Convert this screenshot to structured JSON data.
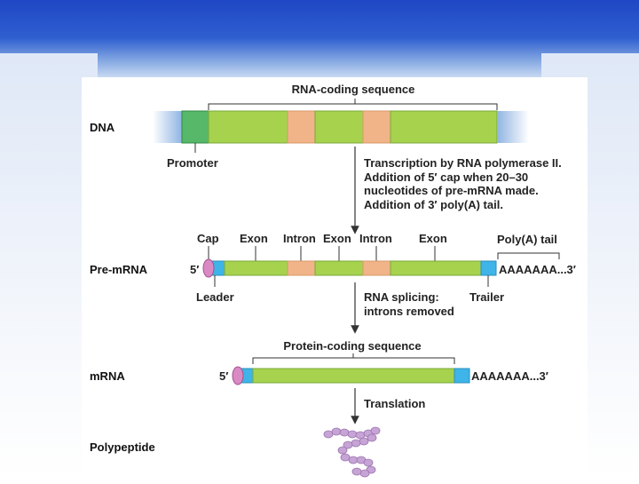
{
  "labels": {
    "rna_coding_sequence": "RNA-coding sequence",
    "dna": "DNA",
    "promoter": "Promoter",
    "transcription_lines": [
      "Transcription by RNA polymerase II.",
      "Addition of 5′ cap when 20–30",
      "nucleotides of pre-mRNA made.",
      "Addition of 3′ poly(A) tail."
    ],
    "cap": "Cap",
    "exon": "Exon",
    "intron": "Intron",
    "poly_a_tail": "Poly(A) tail",
    "pre_mrna": "Pre-mRNA",
    "five_prime": "5′",
    "poly_a_seq": "AAAAAAA...3′",
    "leader": "Leader",
    "trailer": "Trailer",
    "splicing_lines": [
      "RNA splicing:",
      "introns removed"
    ],
    "protein_coding_sequence": "Protein-coding sequence",
    "mrna": "mRNA",
    "translation": "Translation",
    "polypeptide": "Polypeptide"
  },
  "colors": {
    "exon": "#a6d24e",
    "intron": "#f0b488",
    "promoter": "#57b86a",
    "dna_flank": "#9ec0e6",
    "cap": "#d98ac4",
    "leader_trailer": "#3fb4e8",
    "bead": "#c7a4d6"
  }
}
